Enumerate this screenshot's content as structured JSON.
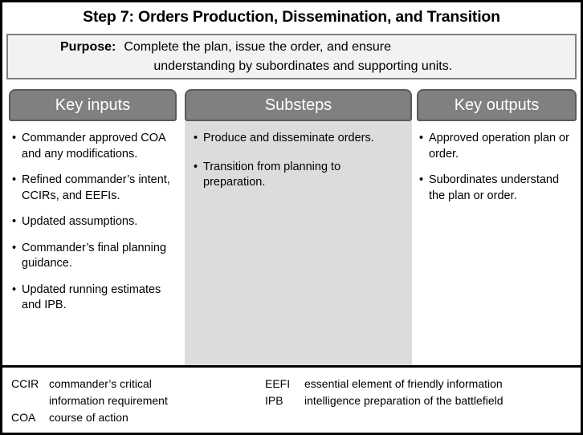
{
  "title": "Step 7: Orders Production, Dissemination, and Transition",
  "purpose": {
    "label": "Purpose:",
    "line1": "Complete the plan, issue the order, and ensure",
    "line2": "understanding by subordinates and supporting units."
  },
  "columns": [
    {
      "header": "Key inputs",
      "items": [
        "Commander approved COA and any modifications.",
        "Refined commander’s intent, CCIRs, and EEFIs.",
        "Updated assumptions.",
        "Commander’s final planning guidance.",
        "Updated running estimates and IPB."
      ]
    },
    {
      "header": "Substeps",
      "items": [
        "Produce and disseminate orders.",
        "Transition from planning to preparation."
      ]
    },
    {
      "header": "Key outputs",
      "items": [
        "Approved operation plan or order.",
        "Subordinates understand the plan or order."
      ]
    }
  ],
  "bullet_glyph": "•",
  "legend": {
    "left": [
      {
        "abbr": "CCIR",
        "def": "commander’s critical",
        "def_cont": "information requirement"
      },
      {
        "abbr": "COA",
        "def": "course of action",
        "def_cont": ""
      }
    ],
    "right": [
      {
        "abbr": "EEFI",
        "def": "essential element of friendly information",
        "def_cont": ""
      },
      {
        "abbr": "IPB",
        "def": "intelligence preparation of the battlefield",
        "def_cont": ""
      }
    ]
  },
  "colors": {
    "tab_fill": "#808080",
    "tab_border": "#5a5a5a",
    "tab_text": "#ffffff",
    "purpose_fill": "#f2f2f2",
    "purpose_border": "#808080",
    "mid_band": "#dcdcdc",
    "outline": "#000000"
  }
}
